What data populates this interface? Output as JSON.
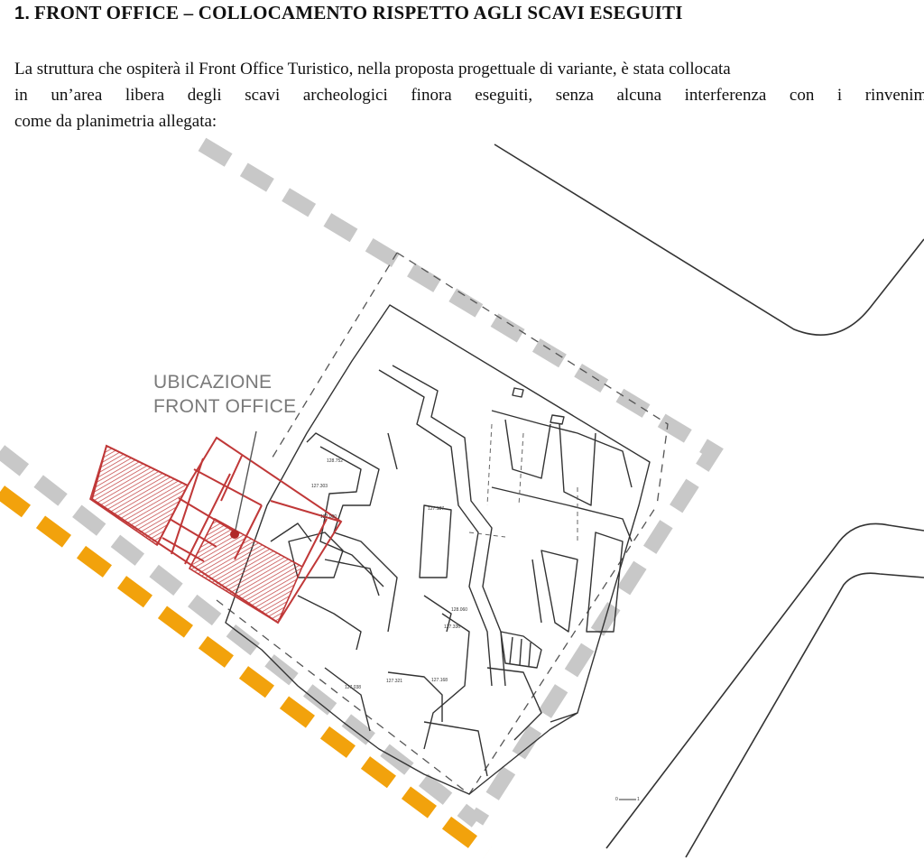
{
  "heading": {
    "number": "1.",
    "text": "FRONT OFFICE – COLLOCAMENTO RISPETTO AGLI SCAVI ESEGUITI"
  },
  "paragraph": {
    "line1": "La struttura che ospiterà il Front Office Turistico, nella proposta progettuale di variante, è stata collocata",
    "line2_words": [
      "in",
      "un’area",
      "libera",
      "degli",
      "scavi",
      "archeologici",
      "finora",
      "eseguiti,",
      "senza",
      "alcuna",
      "interferenza",
      "con",
      "i",
      "rinvenimenti"
    ],
    "line3": "come da planimetria allegata:"
  },
  "plan": {
    "caption_line1": "UBICAZIONE",
    "caption_line2": "FRONT OFFICE",
    "elevations": [
      "128.752",
      "127.303",
      "127.000",
      "127.187",
      "128.060",
      "127.336",
      "127.321",
      "127.168",
      "127.038"
    ],
    "scale_start": "0",
    "scale_end": "1",
    "colors": {
      "boundary": "#c8c8c8",
      "road": "#f2a20c",
      "front_office": "#c03838",
      "lines": "#333333"
    }
  }
}
